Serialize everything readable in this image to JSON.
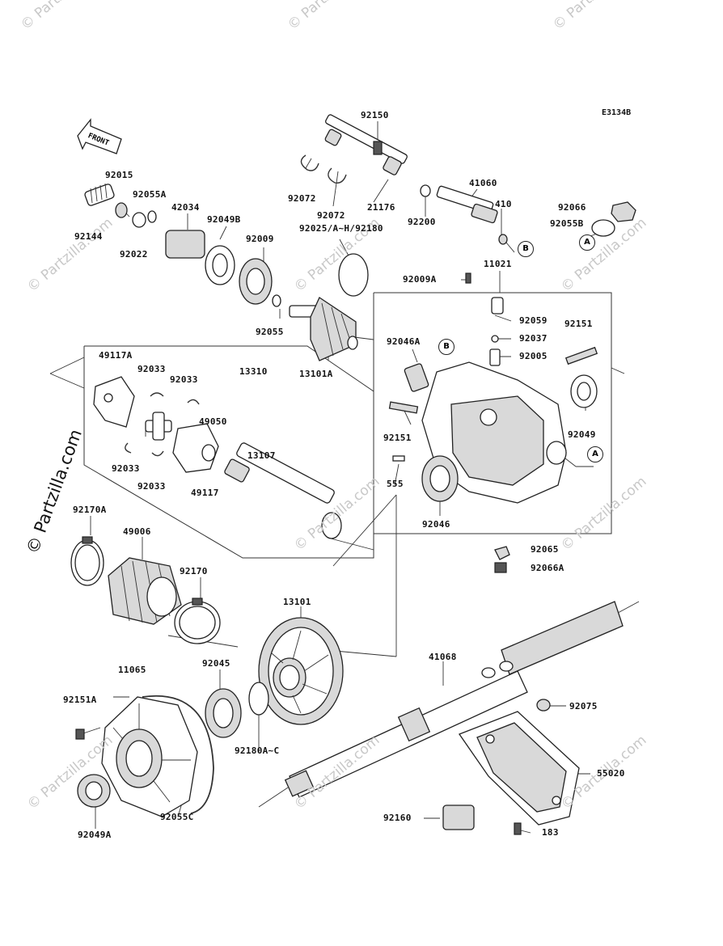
{
  "diagram_code": "E3134B",
  "front_label": "FRONT",
  "brand_text": "© Partzilla.com",
  "watermark_text": "© Partzilla.com",
  "labels": {
    "p92150": "92150",
    "p92072a": "92072",
    "p92072b": "92072",
    "p21176": "21176",
    "p92025": "92025/A~H/92180",
    "p41060": "41060",
    "p410": "410",
    "p92200": "92200",
    "p92066": "92066",
    "p92055B": "92055B",
    "p92015": "92015",
    "p92055A": "92055A",
    "p42034": "42034",
    "p92049B": "92049B",
    "p92009": "92009",
    "p92144": "92144",
    "p92022": "92022",
    "p92055": "92055",
    "p13101A": "13101A",
    "p92009A": "92009A",
    "p11021": "11021",
    "p92059": "92059",
    "p92037": "92037",
    "p92005": "92005",
    "p92151a": "92151",
    "p92151b": "92151",
    "p92046A": "92046A",
    "p92049": "92049",
    "p555": "555",
    "p92046": "92046",
    "p92065": "92065",
    "p92066A": "92066A",
    "p49117A": "49117A",
    "p92033a": "92033",
    "p92033b": "92033",
    "p92033c": "92033",
    "p92033d": "92033",
    "p13310": "13310",
    "p49050": "49050",
    "p13107": "13107",
    "p49117": "49117",
    "p92170A": "92170A",
    "p49006": "49006",
    "p92170": "92170",
    "p13101": "13101",
    "p11065": "11065",
    "p92045": "92045",
    "p41068": "41068",
    "p92075": "92075",
    "p92151A": "92151A",
    "p55020": "55020",
    "p92180": "92180A~C",
    "p92160": "92160",
    "p183": "183",
    "p92049A": "92049A",
    "p92055C": "92055C"
  },
  "callouts": {
    "a1": "A",
    "a2": "A",
    "b1": "B",
    "b2": "B"
  }
}
